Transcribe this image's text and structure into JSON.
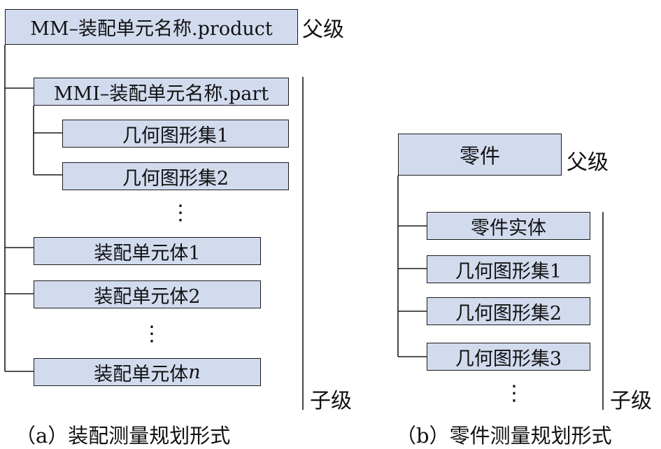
{
  "diagram_a": {
    "root": "MM–装配单元名称.product",
    "root_level": "父级",
    "part": "MMI–装配单元名称.part",
    "part_children": [
      "几何图形集1",
      "几何图形集2"
    ],
    "bodies": [
      "装配单元体1",
      "装配单元体2"
    ],
    "body_n_prefix": "装配单元体",
    "body_n_suffix": "n",
    "ellipsis": "⋮",
    "child_level": "子级",
    "caption": "（a）装配测量规划形式"
  },
  "diagram_b": {
    "root": "零件",
    "root_level": "父级",
    "children": [
      "零件实体",
      "几何图形集1",
      "几何图形集2",
      "几何图形集3"
    ],
    "ellipsis": "⋮",
    "child_level": "子级",
    "caption": "（b）零件测量规划形式"
  },
  "colors": {
    "box_fill": "#d2dbee",
    "line": "#1a1a1a"
  }
}
